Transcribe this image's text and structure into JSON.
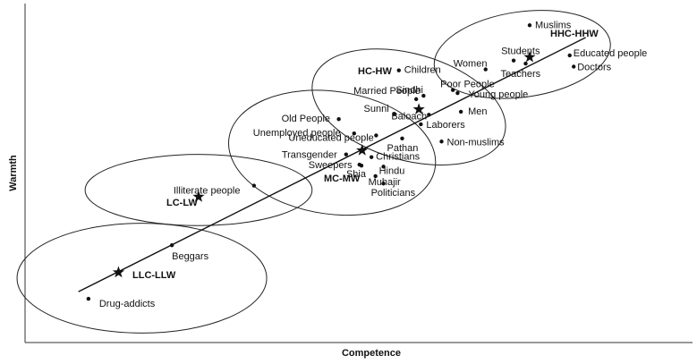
{
  "chart_data": {
    "type": "scatter",
    "xlabel": "Competence",
    "ylabel": "Warmth",
    "xlim": [
      0,
      100
    ],
    "ylim": [
      0,
      100
    ],
    "grid": false,
    "legend": "none",
    "trend_line": {
      "from": [
        8,
        15
      ],
      "to": [
        84,
        90
      ]
    },
    "groups": [
      {
        "label": "HHC-HHW",
        "center": [
          75.6,
          84.2
        ],
        "ellipse": {
          "cx": 74.5,
          "cy": 85,
          "rx": 13.3,
          "ry": 12.6,
          "rotate": -8
        }
      },
      {
        "label": "HC-HW",
        "center": [
          59,
          68.8
        ],
        "ellipse": {
          "cx": 57.5,
          "cy": 69.5,
          "rx": 14.9,
          "ry": 15.7,
          "rotate": 16
        }
      },
      {
        "label": "MC-MW",
        "center": [
          50.5,
          56.7
        ],
        "ellipse": {
          "cx": 46,
          "cy": 56,
          "rx": 15.6,
          "ry": 18.1,
          "rotate": 8
        }
      },
      {
        "label": "LC-LW",
        "center": [
          26,
          43
        ],
        "ellipse": {
          "cx": 26,
          "cy": 45,
          "rx": 17,
          "ry": 10.5,
          "rotate": 0
        }
      },
      {
        "label": "LLC-LLW",
        "center": [
          14,
          20.7
        ],
        "ellipse": {
          "cx": 17.5,
          "cy": 19,
          "rx": 18.7,
          "ry": 16.2,
          "rotate": 0
        }
      }
    ],
    "points": [
      {
        "label": "Muslims",
        "x": 75.6,
        "y": 93.6
      },
      {
        "label": "Students",
        "x": 73.2,
        "y": 83.2
      },
      {
        "label": "Women",
        "x": 69,
        "y": 80.6
      },
      {
        "label": "Teachers",
        "x": 75,
        "y": 82.3
      },
      {
        "label": "Educated people",
        "x": 81.6,
        "y": 84.7
      },
      {
        "label": "Doctors",
        "x": 82.2,
        "y": 81.4
      },
      {
        "label": "Children",
        "x": 56,
        "y": 80.3
      },
      {
        "label": "Sindhi",
        "x": 59.7,
        "y": 72.8
      },
      {
        "label": "Married People",
        "x": 58.6,
        "y": 71.8
      },
      {
        "label": "Poor People",
        "x": 64.1,
        "y": 74.5
      },
      {
        "label": "Young people",
        "x": 64.8,
        "y": 73.6
      },
      {
        "label": "Sunni",
        "x": 55.3,
        "y": 67.5
      },
      {
        "label": "Baloach",
        "x": 60.5,
        "y": 67.2
      },
      {
        "label": "Laborers",
        "x": 59.3,
        "y": 64.4
      },
      {
        "label": "Men",
        "x": 65.3,
        "y": 68.1
      },
      {
        "label": "Old People",
        "x": 47,
        "y": 65.9
      },
      {
        "label": "Unemployed people",
        "x": 49.3,
        "y": 61.7
      },
      {
        "label": "Uneducated people",
        "x": 52.6,
        "y": 61.1
      },
      {
        "label": "Pathan",
        "x": 56.5,
        "y": 60.2
      },
      {
        "label": "Non-muslims",
        "x": 62.4,
        "y": 59.3
      },
      {
        "label": "Transgender",
        "x": 48.1,
        "y": 55.5
      },
      {
        "label": "Christians",
        "x": 51.9,
        "y": 54.7
      },
      {
        "label": "Sweepers",
        "x": 50.1,
        "y": 52.5
      },
      {
        "label": "Shia",
        "x": 50.4,
        "y": 52.2
      },
      {
        "label": "Hindu",
        "x": 53.7,
        "y": 51.9
      },
      {
        "label": "Muhajir",
        "x": 52.5,
        "y": 49.1
      },
      {
        "label": "Politicians",
        "x": 53.7,
        "y": 46.9
      },
      {
        "label": "Illiterate people",
        "x": 34.3,
        "y": 46.3
      },
      {
        "label": "Beggars",
        "x": 22,
        "y": 28.7
      },
      {
        "label": "Drug-addicts",
        "x": 9.5,
        "y": 12.9
      }
    ]
  }
}
